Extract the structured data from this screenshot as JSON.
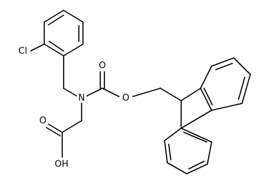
{
  "molecule": {
    "atom_labels": {
      "cl": "Cl",
      "n": "N",
      "carbonyl_o": "O",
      "ester_o": "O",
      "hydroxyl": "OH",
      "acid_o": "O"
    },
    "colors": {
      "bond": "#000000",
      "label": "#000000",
      "background": "#ffffff"
    }
  }
}
